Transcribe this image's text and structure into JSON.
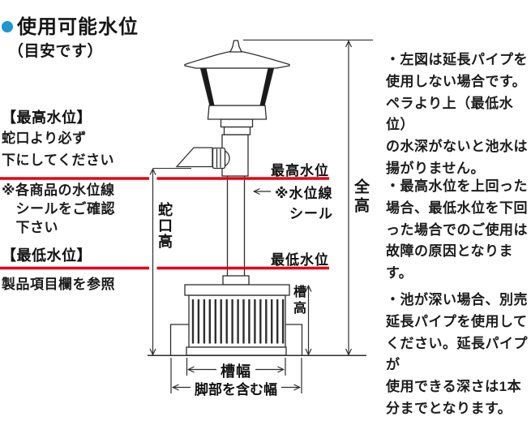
{
  "title": {
    "bullet": "●",
    "text": "使用可能水位",
    "subtitle": "（目安です）"
  },
  "left_column": {
    "max_heading": "【最高水位】",
    "max_note": "蛇口より必ず\n下にしてください",
    "seal_note": "※各商品の水位線\n　シールをご確認\n　下さい",
    "min_heading": "【最低水位】",
    "min_note": "製品項目欄を参照"
  },
  "diagram": {
    "label_max_water_level": "最高水位",
    "label_min_water_level": "最低水位",
    "label_water_line_seal": "※水位線\n　シール",
    "dim_total_height": "全高",
    "dim_spout_height": "蛇口高",
    "dim_tank_height": "槽高",
    "dim_tank_width": "槽幅",
    "dim_width_including_legs": "脚部を含む幅"
  },
  "right_column": {
    "paragraphs": [
      "・左図は延長パイプを\n使用しない場合です。\nペラより上（最低水位）\nの水深がないと池水は\n揚がりません。",
      "・最高水位を上回った\n場合、最低水位を下回\nった場合でのご使用は\n故障の原因となります。",
      "・池が深い場合、別売\n延長パイプを使用して\nください。延長パイプが\n使用できる深さは1本\n分までとなります。"
    ]
  },
  "colors": {
    "water_line_red": "#e30613",
    "bullet_blue": "#1e96d2",
    "diagram_line": "#2e2e2e"
  }
}
